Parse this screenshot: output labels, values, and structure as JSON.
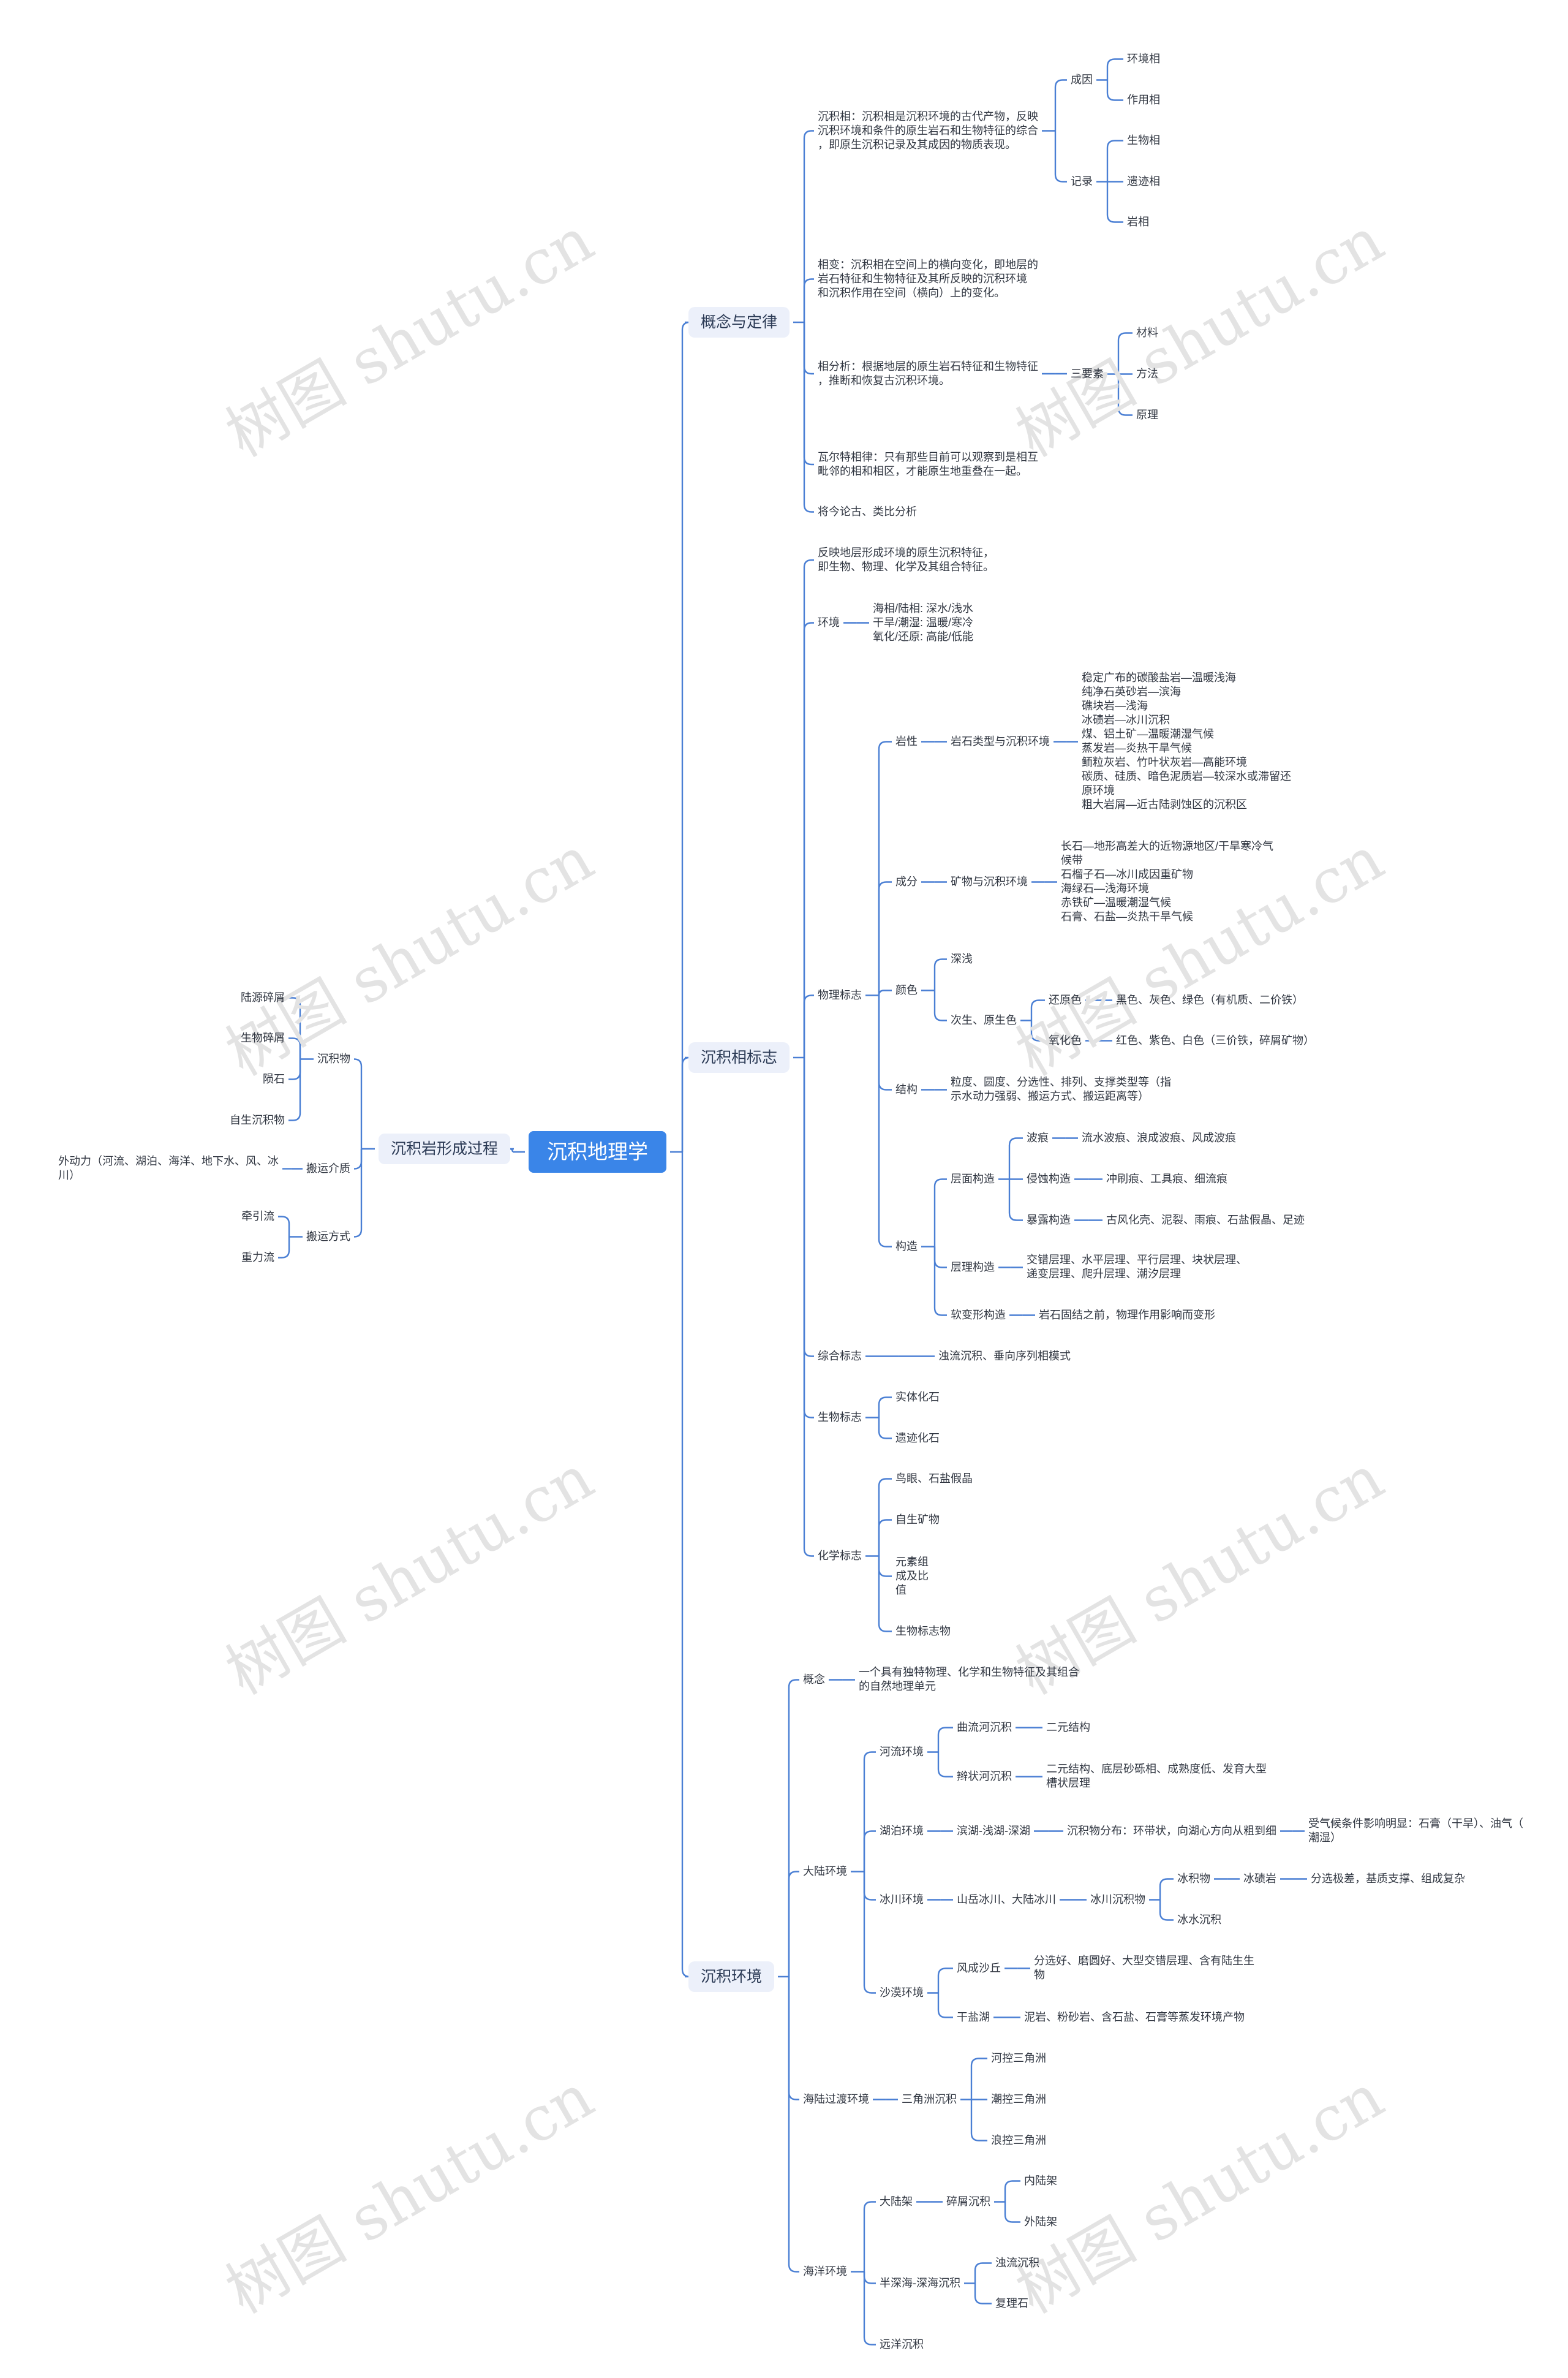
{
  "watermark": "树图 shutu.cn",
  "colors": {
    "line": "#4a7fd4",
    "root_bg": "#3a85e8",
    "main_bg": "#ecf0fa"
  },
  "root": "沉积地理学",
  "left": {
    "label": "沉积岩形成过程",
    "items": {
      "c1": "沉积物",
      "c1_1": "陆源碎屑",
      "c1_2": "生物碎屑",
      "c1_3": "陨石",
      "c1_4": "自生沉积物",
      "c2": "搬运介质",
      "c2_1": "外动力（河流、湖泊、海洋、地下水、风、冰\n川）",
      "c3": "搬运方式",
      "c3_1": "牵引流",
      "c3_2": "重力流"
    }
  },
  "branch1": {
    "label": "概念与定律",
    "items": {
      "a": "沉积相：沉积相是沉积环境的古代产物，反映\n沉积环境和条件的原生岩石和生物特征的综合\n，即原生沉积记录及其成因的物质表现。",
      "a_cy": "成因",
      "a_cy1": "环境相",
      "a_cy2": "作用相",
      "a_jl": "记录",
      "a_jl1": "生物相",
      "a_jl2": "遗迹相",
      "a_jl3": "岩相",
      "b": "相变：沉积相在空间上的横向变化，即地层的\n岩石特征和生物特征及其所反映的沉积环境\n和沉积作用在空间（横向）上的变化。",
      "c": "相分析：根据地层的原生岩石特征和生物特征\n，推断和恢复古沉积环境。",
      "c_sys": "三要素",
      "c_s1": "材料",
      "c_s2": "方法",
      "c_s3": "原理",
      "d": "瓦尔特相律：只有那些目前可以观察到是相互\n毗邻的相和相区，才能原生地重叠在一起。",
      "e": "将今论古、类比分析"
    }
  },
  "branch2": {
    "label": "沉积相标志",
    "items": {
      "intro": "反映地层形成环境的原生沉积特征，\n即生物、物理、化学及其组合特征。",
      "hj": "环境",
      "hj_d": "海相/陆相: 深水/浅水\n干旱/潮湿: 温暖/寒冷\n氧化/还原: 高能/低能",
      "wl": "物理标志",
      "yx": "岩性",
      "yx1": "岩石类型与沉积环境",
      "yx_d": "稳定广布的碳酸盐岩—温暖浅海\n纯净石英砂岩—滨海\n礁块岩—浅海\n冰碛岩—冰川沉积\n煤、铝土矿—温暖潮湿气候\n蒸发岩—炎热干旱气候\n鲕粒灰岩、竹叶状灰岩—高能环境\n碳质、硅质、暗色泥质岩—较深水或滞留还\n原环境\n粗大岩屑—近古陆剥蚀区的沉积区",
      "cf": "成分",
      "cf1": "矿物与沉积环境",
      "cf_d": "长石—地形高差大的近物源地区/干旱寒冷气\n候带\n石榴子石—冰川成因重矿物\n海绿石—浅海环境\n赤铁矿—温暖潮湿气候\n石膏、石盐—炎热干旱气候",
      "ys": "颜色",
      "ys1": "深浅",
      "ys2": "次生、原生色",
      "ys2a": "还原色",
      "ys2a_d": "黑色、灰色、绿色（有机质、二价铁）",
      "ys2b": "氧化色",
      "ys2b_d": "红色、紫色、白色（三价铁，碎屑矿物）",
      "jg": "结构",
      "jg_d": "粒度、圆度、分选性、排列、支撑类型等（指\n示水动力强弱、搬运方式、搬运距离等）",
      "gz": "构造",
      "cm": "层面构造",
      "bh": "波痕",
      "bh_d": "流水波痕、浪成波痕、风成波痕",
      "qs": "侵蚀构造",
      "qs_d": "冲刷痕、工具痕、细流痕",
      "bl": "暴露构造",
      "bl_d": "古风化壳、泥裂、雨痕、石盐假晶、足迹",
      "cl": "层理构造",
      "cl_d": "交错层理、水平层理、平行层理、块状层理、\n递变层理、爬升层理、潮汐层理",
      "rb": "软变形构造",
      "rb_d": "岩石固结之前，物理作用影响而变形",
      "zh": "综合标志",
      "zh_d": "浊流沉积、垂向序列相模式",
      "sw": "生物标志",
      "sw1": "实体化石",
      "sw2": "遗迹化石",
      "hx": "化学标志",
      "hx1": "鸟眼、石盐假晶",
      "hx2": "自生矿物",
      "hx3": "元素组\n成及比\n值",
      "hx4": "生物标志物"
    }
  },
  "branch3": {
    "label": "沉积环境",
    "items": {
      "gn": "概念",
      "gn_d": "一个具有独特物理、化学和生物特征及其组合\n的自然地理单元",
      "dl": "大陆环境",
      "hl": "河流环境",
      "hl1": "曲流河沉积",
      "hl1_d": "二元结构",
      "hl2": "辫状河沉积",
      "hl2_d": "二元结构、底层砂砾相、成熟度低、发育大型\n槽状层理",
      "hp": "湖泊环境",
      "hp1": "滨湖-浅湖-深湖",
      "hp1_d": "沉积物分布：环带状，向湖心方向从粗到细",
      "hp1_dd": "受气候条件影响明显：石膏（干旱）、油气（\n潮湿）",
      "bc": "冰川环境",
      "bc1": "山岳冰川、大陆冰川",
      "bc2": "冰川沉积物",
      "bc3": "冰积物",
      "bc3a": "冰碛岩",
      "bc3a_d": "分选极差，基质支撑、组成复杂",
      "bc4": "冰水沉积",
      "sm": "沙漠环境",
      "sm1": "风成沙丘",
      "sm1_d": "分选好、磨圆好、大型交错层理、含有陆生生\n物",
      "sm2": "干盐湖",
      "sm2_d": "泥岩、粉砂岩、含石盐、石膏等蒸发环境产物",
      "hlgd": "海陆过渡环境",
      "sjz": "三角洲沉积",
      "sjz1": "河控三角洲",
      "sjz2": "潮控三角洲",
      "sjz3": "浪控三角洲",
      "hy": "海洋环境",
      "dlj": "大陆架",
      "sx": "碎屑沉积",
      "sx1": "内陆架",
      "sx2": "外陆架",
      "bss": "半深海-深海沉积",
      "bss1": "浊流沉积",
      "bss2": "复理石",
      "yy": "远洋沉积"
    }
  }
}
